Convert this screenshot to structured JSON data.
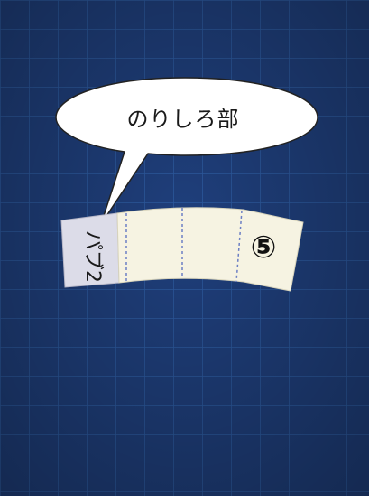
{
  "scene": {
    "background_color": "#1f3f7c",
    "grid_color": "#2d5ba0",
    "strip_color": "#f6f3e2",
    "tab_color": "#dcdce8",
    "fold_line_color": "#6c7fc4"
  },
  "callout": {
    "text": "のりしろ部"
  },
  "paper_strip": {
    "tab_label": "パブ2",
    "number_label": "⑤"
  }
}
